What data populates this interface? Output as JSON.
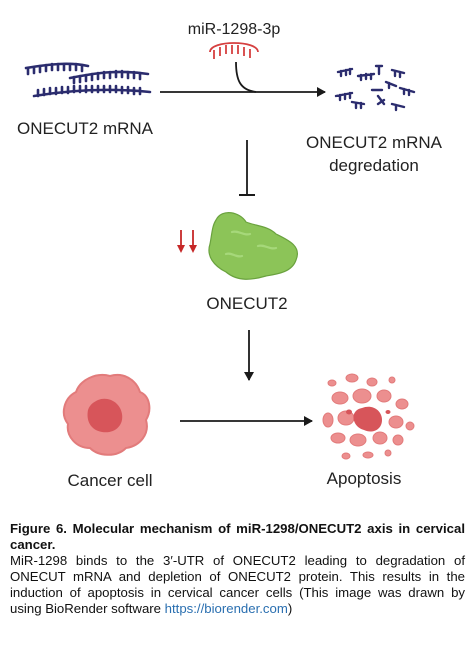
{
  "diagram": {
    "mirna_label": "miR-1298-3p",
    "mrna_label": "ONECUT2 mRNA",
    "degradation_label_line1": "ONECUT2 mRNA",
    "degradation_label_line2": "degredation",
    "protein_label": "ONECUT2",
    "cancer_cell_label": "Cancer cell",
    "apoptosis_label": "Apoptosis"
  },
  "caption": {
    "title": "Figure 6. Molecular mechanism of miR-1298/ONECUT2 axis in cervical cancer.",
    "body": "MiR-1298 binds to the 3′-UTR of ONECUT2 leading to degradation of ONECUT mRNA and depletion of ONECUT2 protein. This results in the induction of apoptosis in cervical cancer cells (This image was drawn by using BioRender software ",
    "link": "https://biorender.com",
    "closing": ")"
  },
  "colors": {
    "mrna": "#2b2c6e",
    "mirna": "#d64040",
    "protein": "#8cc458",
    "cell": "#ec8f8f",
    "nucleus": "#d7555a",
    "arrow": "#1a1a1a",
    "link": "#2a6fb0"
  }
}
